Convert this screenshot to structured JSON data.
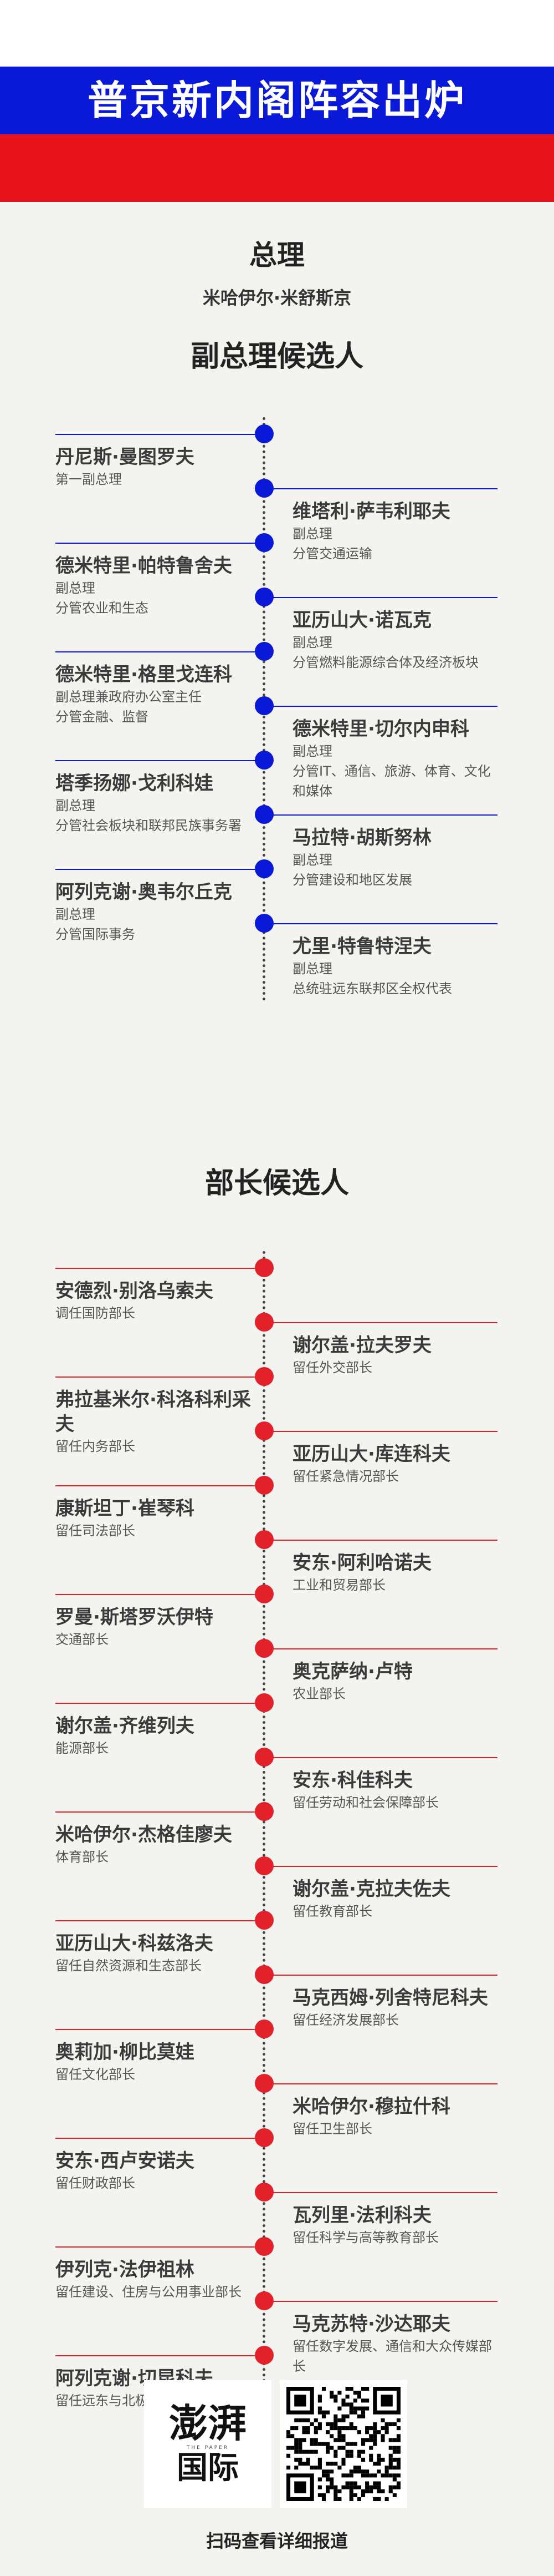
{
  "header": {
    "title": "普京新内阁阵容出炉",
    "flag_colors": [
      "#ffffff",
      "#0a19d8",
      "#e7131b"
    ]
  },
  "pm": {
    "label": "总理",
    "name": "米哈伊尔·米舒斯京"
  },
  "deputies": {
    "title": "副总理候选人",
    "accent": "#0a19d8",
    "items": [
      {
        "name": "丹尼斯·曼图罗夫",
        "role": "第一副总理"
      },
      {
        "name": "维塔利·萨韦利耶夫",
        "role": "副总理\n分管交通运输"
      },
      {
        "name": "德米特里·帕特鲁舍夫",
        "role": "副总理\n分管农业和生态"
      },
      {
        "name": "亚历山大·诺瓦克",
        "role": "副总理\n分管燃料能源综合体及经济板块"
      },
      {
        "name": "德米特里·格里戈连科",
        "role": "副总理兼政府办公室主任\n分管金融、监督"
      },
      {
        "name": "德米特里·切尔内申科",
        "role": "副总理\n分管IT、通信、旅游、体育、文化和媒体"
      },
      {
        "name": "塔季扬娜·戈利科娃",
        "role": "副总理\n分管社会板块和联邦民族事务署"
      },
      {
        "name": "马拉特·胡斯努林",
        "role": "副总理\n分管建设和地区发展"
      },
      {
        "name": "阿列克谢·奥韦尔丘克",
        "role": "副总理\n分管国际事务"
      },
      {
        "name": "尤里·特鲁特涅夫",
        "role": "副总理\n总统驻远东联邦区全权代表"
      }
    ]
  },
  "ministers": {
    "title": "部长候选人",
    "accent": "#e3212b",
    "items": [
      {
        "name": "安德烈·别洛乌索夫",
        "role": "调任国防部长"
      },
      {
        "name": "谢尔盖·拉夫罗夫",
        "role": "留任外交部长"
      },
      {
        "name": "弗拉基米尔·科洛科利采夫",
        "role": "留任内务部长"
      },
      {
        "name": "亚历山大·库连科夫",
        "role": "留任紧急情况部长"
      },
      {
        "name": "康斯坦丁·崔琴科",
        "role": "留任司法部长"
      },
      {
        "name": "安东·阿利哈诺夫",
        "role": "工业和贸易部长"
      },
      {
        "name": "罗曼·斯塔罗沃伊特",
        "role": "交通部长"
      },
      {
        "name": "奥克萨纳·卢特",
        "role": "农业部长"
      },
      {
        "name": "谢尔盖·齐维列夫",
        "role": "能源部长"
      },
      {
        "name": "安东·科佳科夫",
        "role": "留任劳动和社会保障部长"
      },
      {
        "name": "米哈伊尔·杰格佳廖夫",
        "role": "体育部长"
      },
      {
        "name": "谢尔盖·克拉夫佐夫",
        "role": "留任教育部长"
      },
      {
        "name": "亚历山大·科兹洛夫",
        "role": "留任自然资源和生态部长"
      },
      {
        "name": "马克西姆·列舍特尼科夫",
        "role": "留任经济发展部长"
      },
      {
        "name": "奥莉加·柳比莫娃",
        "role": "留任文化部长"
      },
      {
        "name": "米哈伊尔·穆拉什科",
        "role": "留任卫生部长"
      },
      {
        "name": "安东·西卢安诺夫",
        "role": "留任财政部长"
      },
      {
        "name": "瓦列里·法利科夫",
        "role": "留任科学与高等教育部长"
      },
      {
        "name": "伊列克·法伊祖林",
        "role": "留任建设、住房与公用事业部长"
      },
      {
        "name": "马克苏特·沙达耶夫",
        "role": "留任数字发展、通信和大众传媒部长"
      },
      {
        "name": "阿列克谢·切昆科夫",
        "role": "留任远东与北极发展部长"
      }
    ]
  },
  "footer": {
    "logo_main": "澎湃",
    "logo_sub": "THE PAPER",
    "logo_bottom": "国际",
    "qr_label": "scan-code",
    "caption": "扫码查看详细报道"
  }
}
